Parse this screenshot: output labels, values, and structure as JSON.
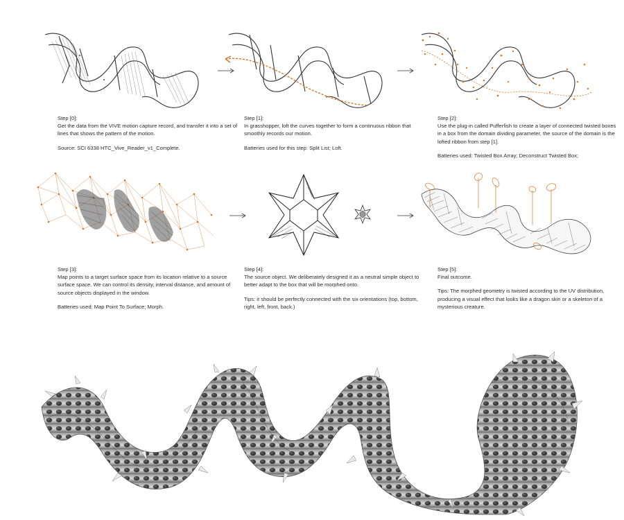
{
  "steps": [
    {
      "title": "Step [0]:",
      "paragraphs": [
        "Get the data from the VIVE motion capture record, and transfer it into a set of lines that shows the pattern of the motion.",
        "Source: SCI 6338 HTC_Vive_Reader_v1_Complete."
      ]
    },
    {
      "title": "Step [1]:",
      "paragraphs": [
        "In grasshopper, loft the curves together to form a continuous ribbon that smoothly records our motion.",
        "Batteries used for this step: Split List; Loft."
      ]
    },
    {
      "title": "Step [2]:",
      "paragraphs": [
        "Use the plug-in called Pufferfish to create a layer of connected twisted boxes in a box from the domain dividing parameter, the source of the domain is the lofted ribbon from step [1].",
        "Batteries used: Twisted Box Array; Deconstruct Twisted Box;"
      ]
    },
    {
      "title": "Step [3]:",
      "paragraphs": [
        "Map points to a target surface space from its location relative to a source surface space. We can control its density, interval distance, and amount of source objects displayed in the window.",
        "Batteries used: Map Point To Surface; Morph."
      ]
    },
    {
      "title": "Step [4]:",
      "paragraphs": [
        "The source object. We deliberately designed it as a neutral simple object to better adapt to the box that will be morphed onto.",
        "Tips: it should be perfectly connected with the six orientations (top, bottom, right, left, front, back.)"
      ]
    },
    {
      "title": "Step [5]:",
      "paragraphs": [
        "Final outcome.",
        "Tips: The morphed geometry is twisted according to the UV distribution, producing a visual effect that looks like a dragon skin or a skeleton of a mysterious creature."
      ]
    }
  ],
  "colors": {
    "accent": "#d4782a",
    "line": "#2b2b2b",
    "render_dark": "#4a4a4a",
    "render_light": "#d6d6d6"
  }
}
